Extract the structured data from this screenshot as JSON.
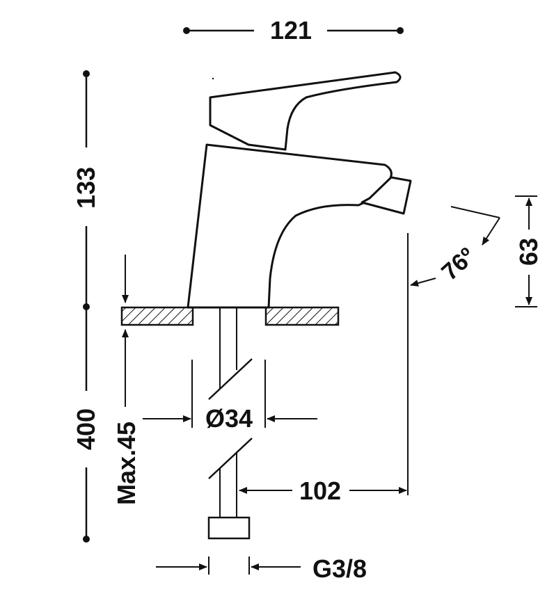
{
  "dimensions": {
    "width_top": "121",
    "height_top": "133",
    "height_bottom": "400",
    "angle": "76º",
    "outlet_height": "63",
    "max_deck": "Max.45",
    "diameter": "Ø34",
    "reach": "102",
    "thread": "G3/8"
  },
  "colors": {
    "line": "#111111",
    "background": "#ffffff"
  }
}
